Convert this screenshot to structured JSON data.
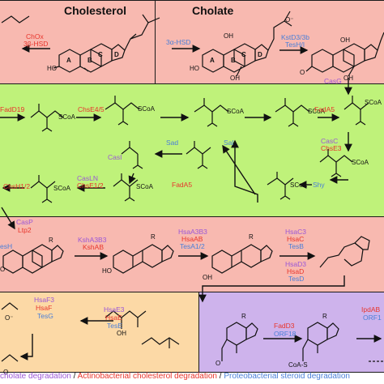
{
  "colors": {
    "top_left_bg": "#f8b9b0",
    "top_right_bg": "#f8b9b0",
    "green_bg": "#bff27a",
    "bottom_left_bg": "#fcd9a6",
    "bottom_right_bg": "#ceb3ec",
    "red_label": "#e8352c",
    "blue_label": "#4a7fd8",
    "purple_label": "#9b57d6"
  },
  "titles": {
    "cholesterol": "Cholesterol",
    "cholate": "Cholate"
  },
  "enzymes": {
    "chox": "ChOx",
    "hsd": "3β-HSD",
    "hsd_a": "3α-HSD",
    "kstd": "KstD3/3b",
    "teshi": "TesH/I",
    "casg": "CasG",
    "fadd19": "FadD19",
    "chse45": "ChsE4/5",
    "fada5_a": "FadA5",
    "casc": "CasC",
    "chse3": "ChsE3",
    "shy": "Shy",
    "sal": "Sal",
    "sad": "Sad",
    "casi": "CasI",
    "casln": "CasLN",
    "chse12": "ChsE1/2",
    "chsh12": "ChsH1/2",
    "fada5_b": "FadA5",
    "casp": "CasP",
    "ltp2": "Ltp2",
    "esh": "esH",
    "ksha": "KshA3B3",
    "kshab": "KshAB",
    "hsaa": "HsaA3B3",
    "hsaab": "HsaAB",
    "tesa": "TesA1/2",
    "hsac3": "HsaC3",
    "hsac": "HsaC",
    "tesb": "TesB",
    "hsad3": "HsaD3",
    "hsad": "HsaD",
    "tesd": "TesD",
    "hsaf3": "HsaF3",
    "hsaf": "HsaF",
    "tesg": "TesG",
    "hsae3": "HsaE3",
    "hsae": "HsaE",
    "tese": "TesE",
    "fadd3": "FadD3",
    "orf18": "ORF18",
    "ipdab": "IpdAB",
    "orf1": "ORF1"
  },
  "atoms": {
    "ring_a": "A",
    "ring_b": "B",
    "ring_c": "C",
    "ring_d": "D",
    "ho": "HO",
    "oh": "OH",
    "o": "O",
    "o_minus": "O⁻",
    "r": "R",
    "scoa": "SCoA",
    "coa_s": "CoA-S"
  },
  "legend": {
    "part1": "cholate degradation",
    "sep1": " / ",
    "part2": "Actinobacterial cholesterol degradation",
    "sep2": " / ",
    "part3": "Proteobacterial steroid degradation"
  }
}
